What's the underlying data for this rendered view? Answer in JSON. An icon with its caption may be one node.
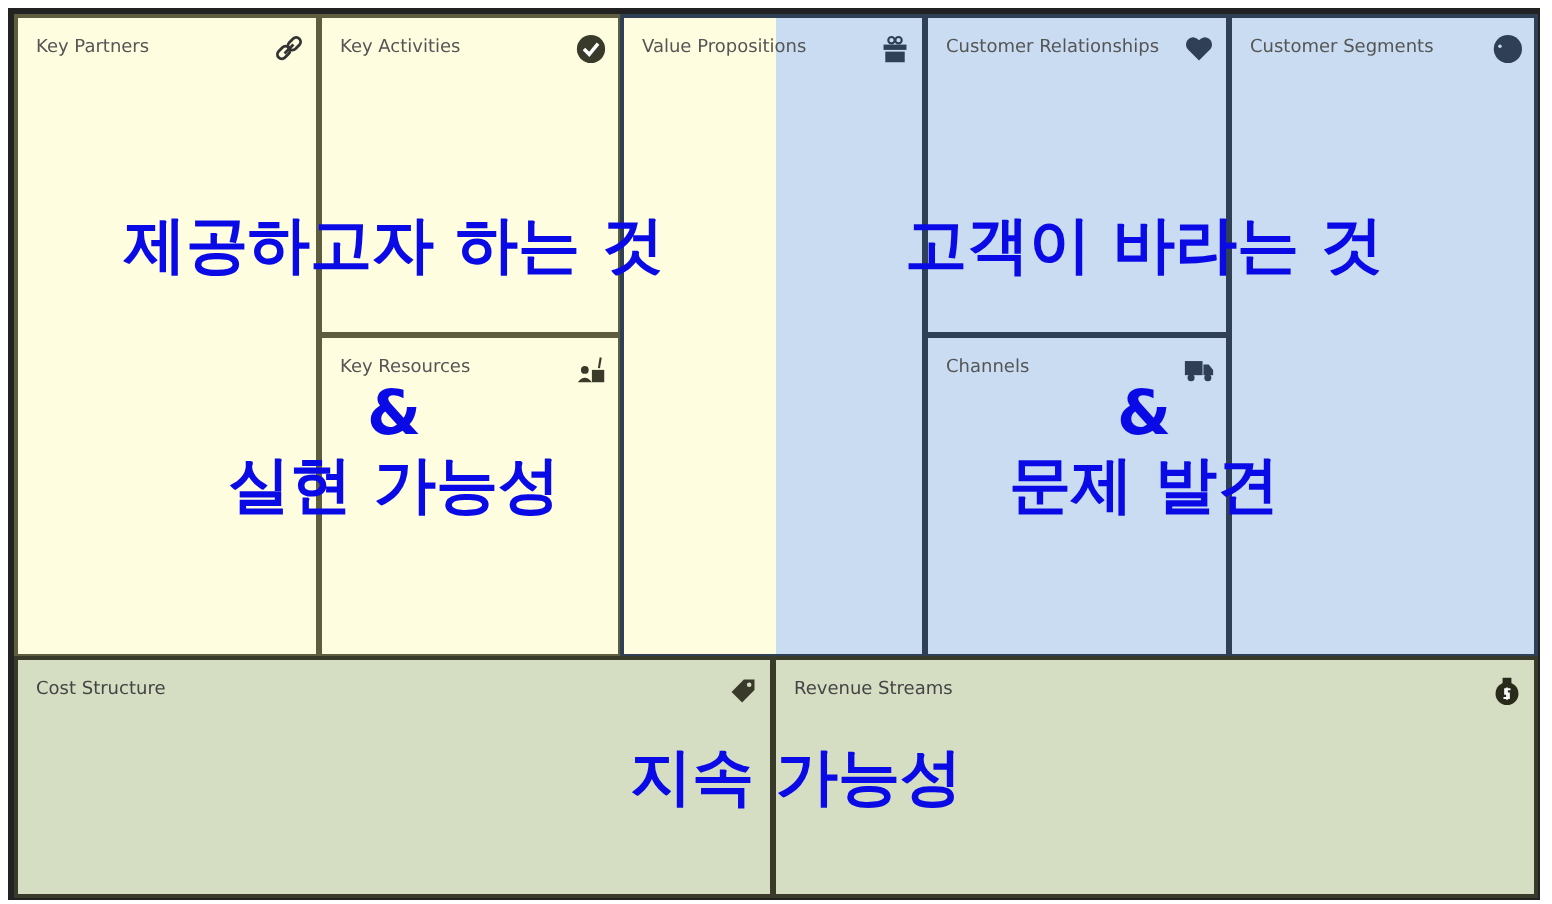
{
  "diagram": {
    "nodes": [
      {
        "text": [
          "Key Partners"
        ]
      },
      {
        "text": [
          "Key Activities"
        ]
      },
      {
        "text": [
          "Key Resources"
        ]
      },
      {
        "text": [
          "Value Propositions"
        ]
      },
      {
        "text": [
          "Customer Relationships"
        ]
      },
      {
        "text": [
          "Channels"
        ]
      },
      {
        "text": [
          "Customer Segments"
        ]
      },
      {
        "text": [
          "Cost Structure"
        ]
      },
      {
        "text": [
          "Revenue Streams"
        ]
      }
    ],
    "labels": [
      "제공하고자 하는 것",
      "&",
      "실현 가능성",
      "고객이 바라는 것",
      "&",
      "문제 발견",
      "지속 가능성"
    ]
  }
}
